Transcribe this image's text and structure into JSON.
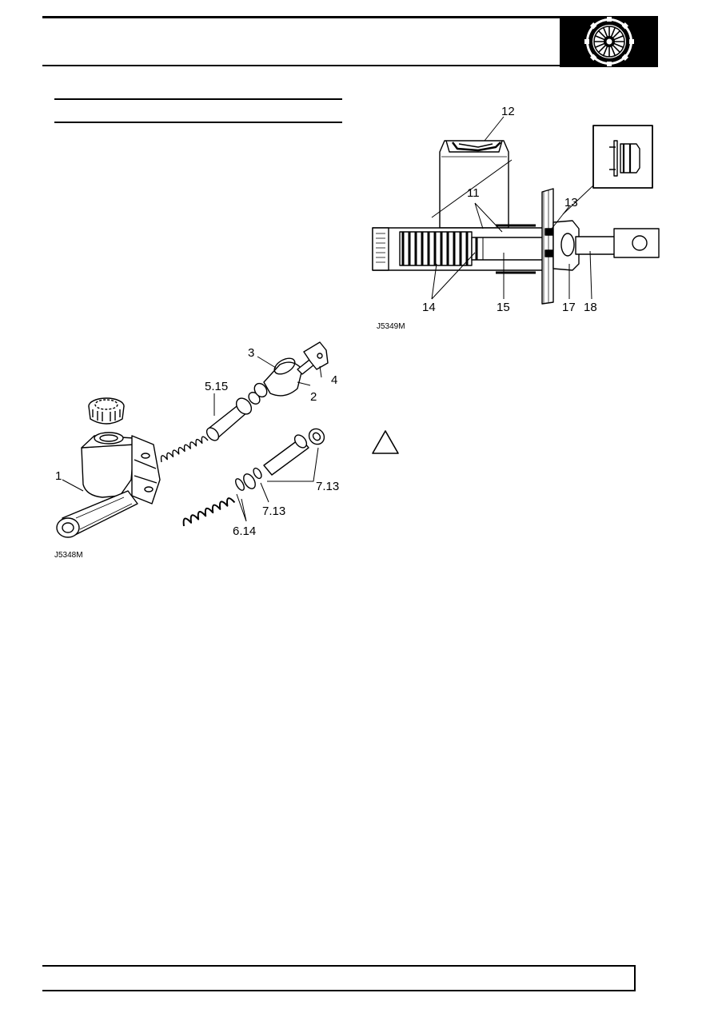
{
  "header": {
    "section_icon": "clutch-disc-icon"
  },
  "figure_left": {
    "reference": "J5348M",
    "callouts": {
      "c1": "1",
      "c2": "2",
      "c3": "3",
      "c4": "4",
      "c5_15": "5.15",
      "c6_14": "6.14",
      "c7_13_a": "7.13",
      "c7_13_b": "7.13"
    }
  },
  "figure_right": {
    "reference": "J5349M",
    "callouts": {
      "c11": "11",
      "c12": "12",
      "c13": "13",
      "c14": "14",
      "c15": "15",
      "c17": "17",
      "c18": "18"
    }
  },
  "warning": {
    "icon": "warning-triangle-icon"
  },
  "colors": {
    "ink": "#000000",
    "paper": "#ffffff"
  }
}
